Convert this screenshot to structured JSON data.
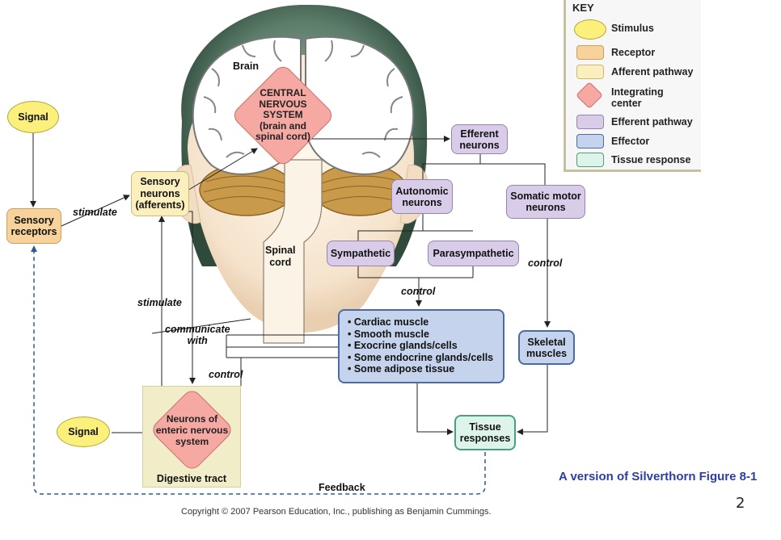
{
  "head_labels": {
    "brain": "Brain",
    "spinal_cord": "Spinal\ncord"
  },
  "cns": "CENTRAL\nNERVOUS\nSYSTEM\n(brain and\nspinal cord)",
  "enteric": "Neurons of\nenteric nervous\nsystem",
  "digestive_tract": "Digestive tract",
  "nodes": {
    "signal_top": "Signal",
    "signal_bottom": "Signal",
    "sensory_receptors": "Sensory\nreceptors",
    "sensory_neurons": "Sensory\nneurons\n(afferents)",
    "efferent_neurons": "Efferent\nneurons",
    "autonomic_neurons": "Autonomic\nneurons",
    "somatic_motor_neurons": "Somatic motor\nneurons",
    "sympathetic": "Sympathetic",
    "parasympathetic": "Parasympathetic",
    "skeletal_muscles": "Skeletal\nmuscles",
    "tissue_responses": "Tissue\nresponses"
  },
  "effectors": [
    "• Cardiac muscle",
    "• Smooth muscle",
    "• Exocrine glands/cells",
    "• Some endocrine glands/cells",
    "• Some adipose tissue"
  ],
  "arrow_labels": {
    "stimulate_top": "stimulate",
    "stimulate_side": "stimulate",
    "communicate_with": "communicate\nwith",
    "control_enteric": "control",
    "control_autonomic": "control",
    "control_somatic": "control",
    "feedback": "Feedback"
  },
  "key": {
    "title": "KEY",
    "items": [
      {
        "label": "Stimulus",
        "color": "#fbf07c"
      },
      {
        "label": "Receptor",
        "color": "#f7d29b"
      },
      {
        "label": "Afferent pathway",
        "color": "#fbefbe"
      },
      {
        "label": "Integrating\ncenter",
        "color": "#f6a8a2"
      },
      {
        "label": "Efferent pathway",
        "color": "#d9cce8"
      },
      {
        "label": "Effector",
        "color": "#c5d3ec"
      },
      {
        "label": "Tissue response",
        "color": "#ddf4ea"
      }
    ]
  },
  "footer": {
    "title": "A version of Silverthorn Figure 8-1",
    "page_number": "2",
    "copyright": "Copyright © 2007 Pearson Education, Inc., publishing as Benjamin Cummings."
  },
  "colors": {
    "stimulus": "#fbf07c",
    "receptor": "#f7d29b",
    "afferent": "#fbefbe",
    "integrating_center": "#f6a8a2",
    "efferent": "#d9cce8",
    "effector": "#c5d3ec",
    "tissue_response": "#ddf4ea",
    "feedback_line": "#2f5a8f",
    "footer_title": "#2b3fa3"
  }
}
